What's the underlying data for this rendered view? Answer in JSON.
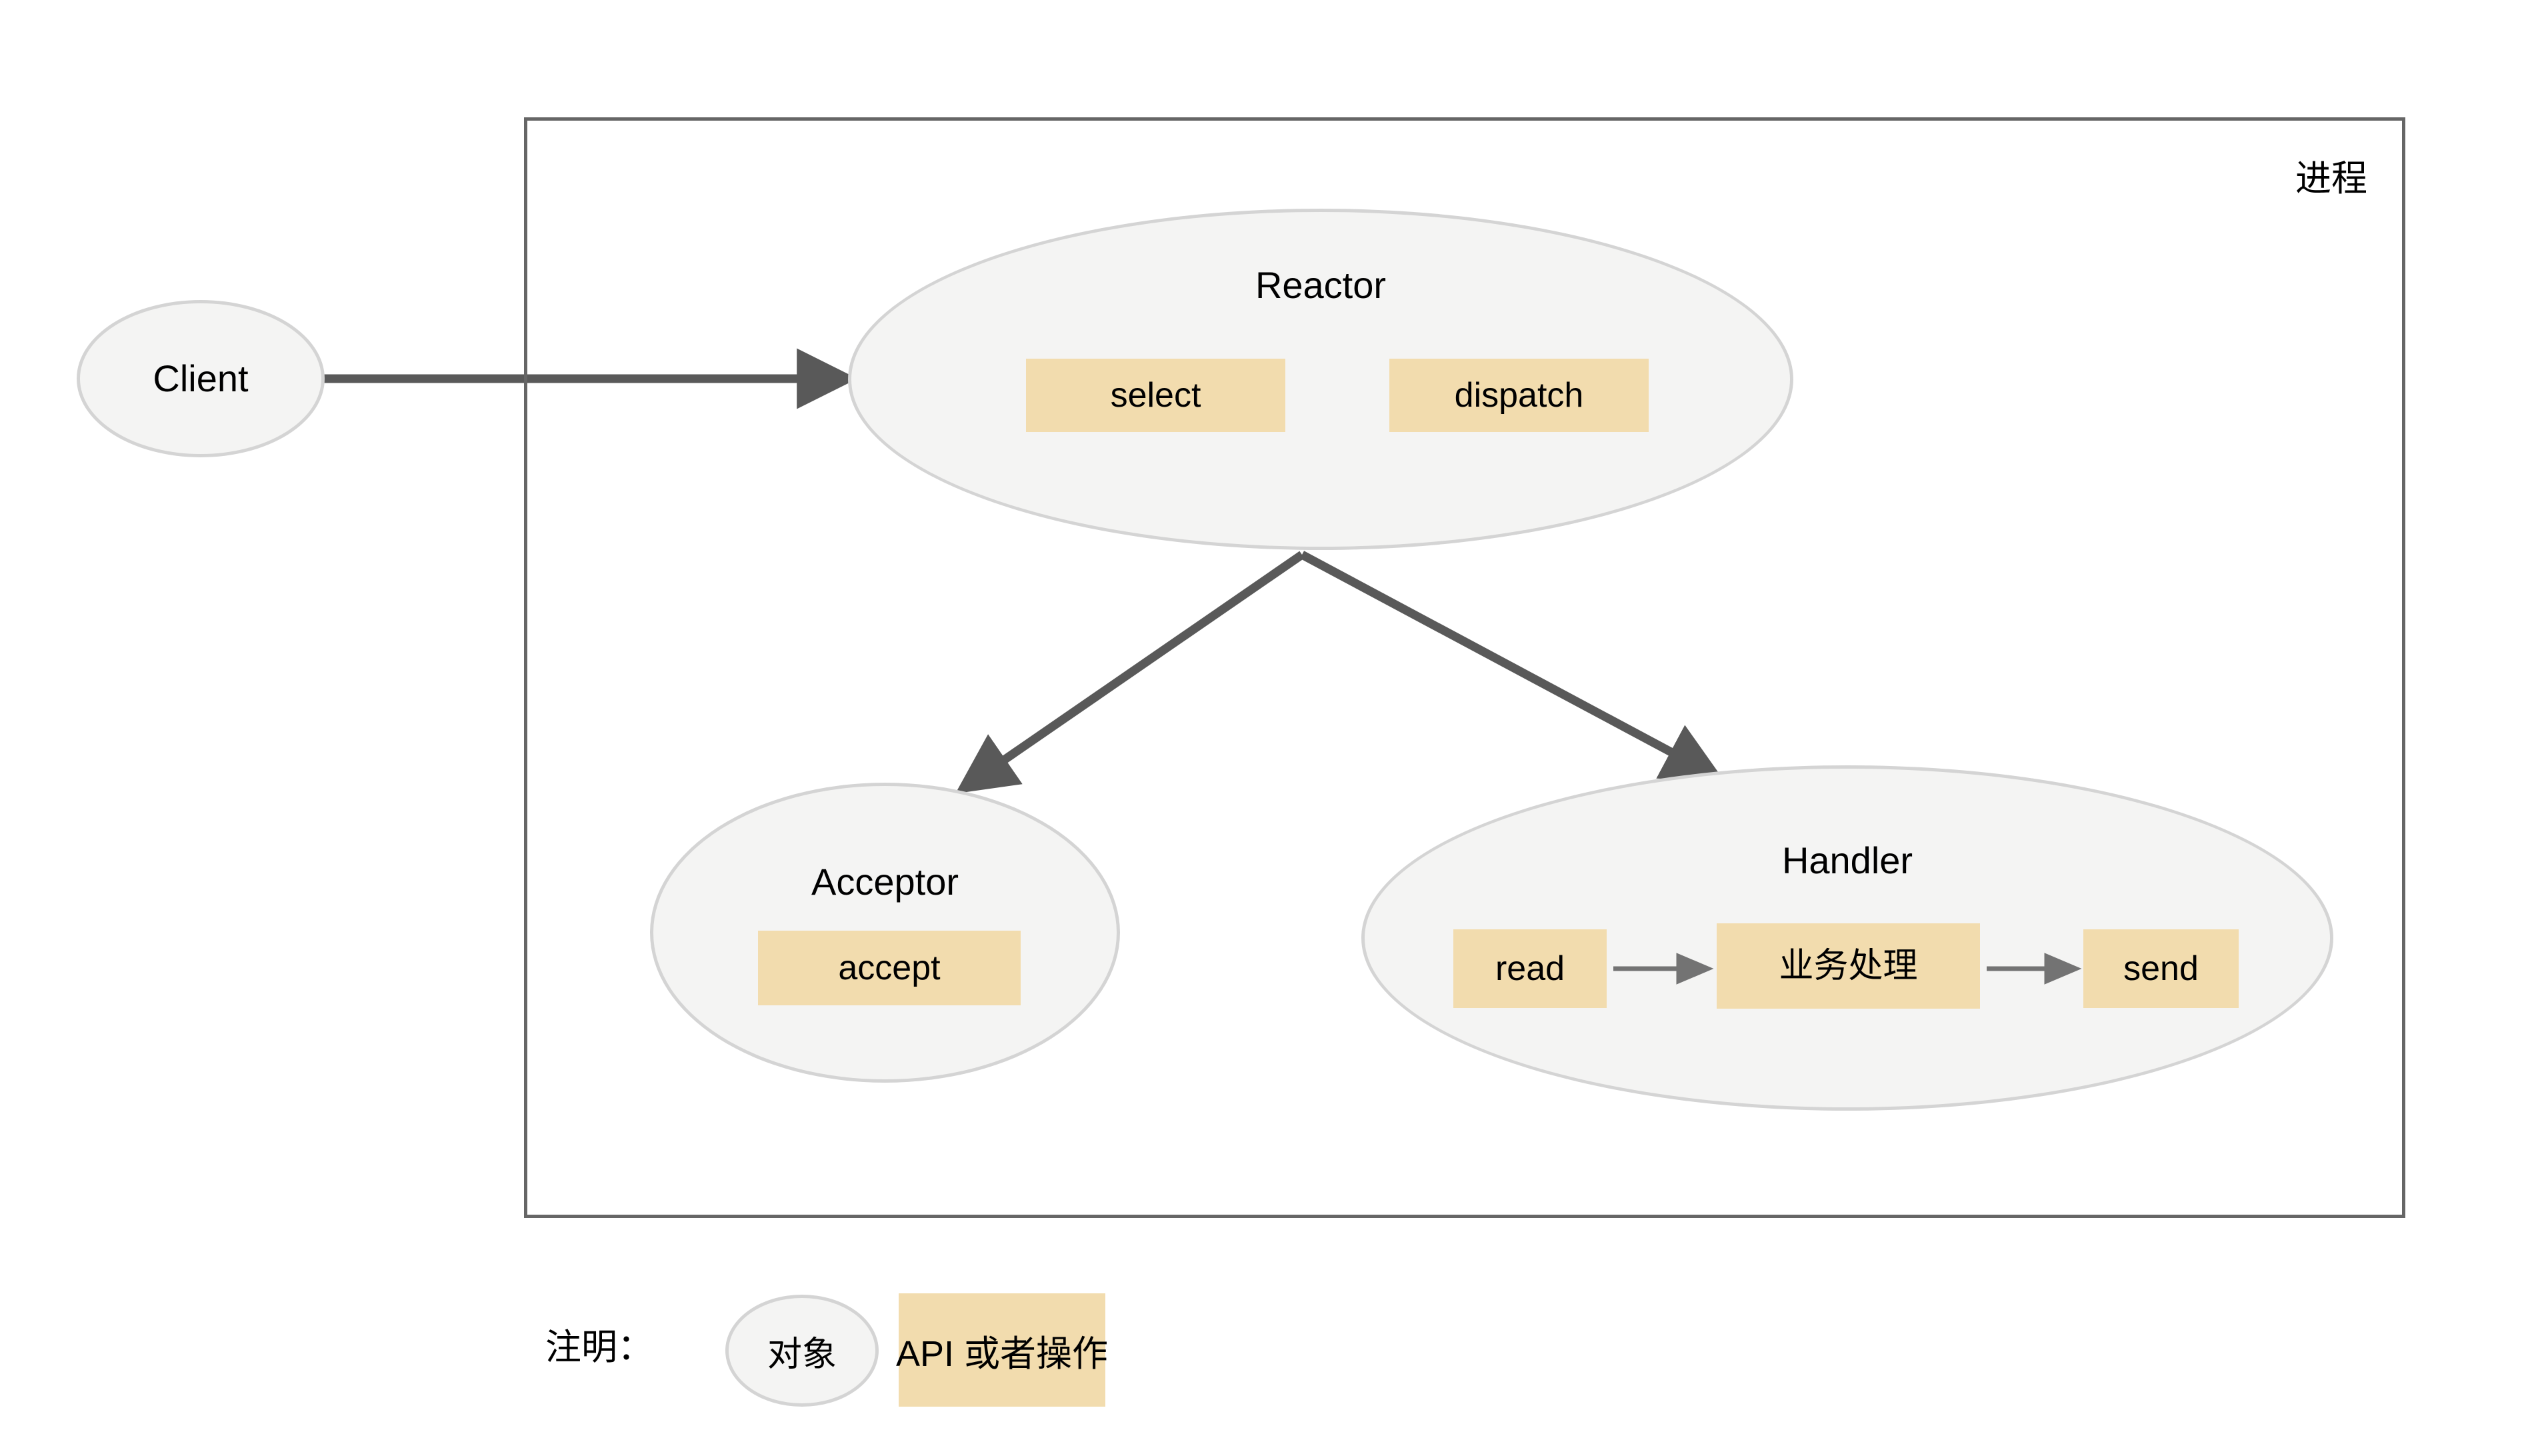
{
  "diagram": {
    "process_label": "进程",
    "nodes": {
      "client": {
        "label": "Client",
        "shape": "ellipse"
      },
      "reactor": {
        "label": "Reactor",
        "shape": "ellipse",
        "operations": [
          "select",
          "dispatch"
        ]
      },
      "acceptor": {
        "label": "Acceptor",
        "shape": "ellipse",
        "operations": [
          "accept"
        ]
      },
      "handler": {
        "label": "Handler",
        "shape": "ellipse",
        "operations": [
          "read",
          "业务处理",
          "send"
        ]
      }
    },
    "edges": [
      {
        "from": "Client",
        "to": "Reactor",
        "label": ""
      },
      {
        "from": "Reactor",
        "to": "Acceptor",
        "label": ""
      },
      {
        "from": "Reactor",
        "to": "Handler",
        "label": ""
      },
      {
        "from": "read",
        "to": "业务处理",
        "label": ""
      },
      {
        "from": "业务处理",
        "to": "send",
        "label": ""
      }
    ],
    "legend": {
      "title": "注明：",
      "object_label": "对象",
      "api_label": "API 或者操作"
    },
    "colors": {
      "object_fill": "#f4f4f3",
      "object_stroke": "#d4d4d4",
      "api_fill": "#f2dcae",
      "arrow": "#595959",
      "process_border": "#666666",
      "inner_arrow": "#737373",
      "background": "#ffffff"
    }
  }
}
